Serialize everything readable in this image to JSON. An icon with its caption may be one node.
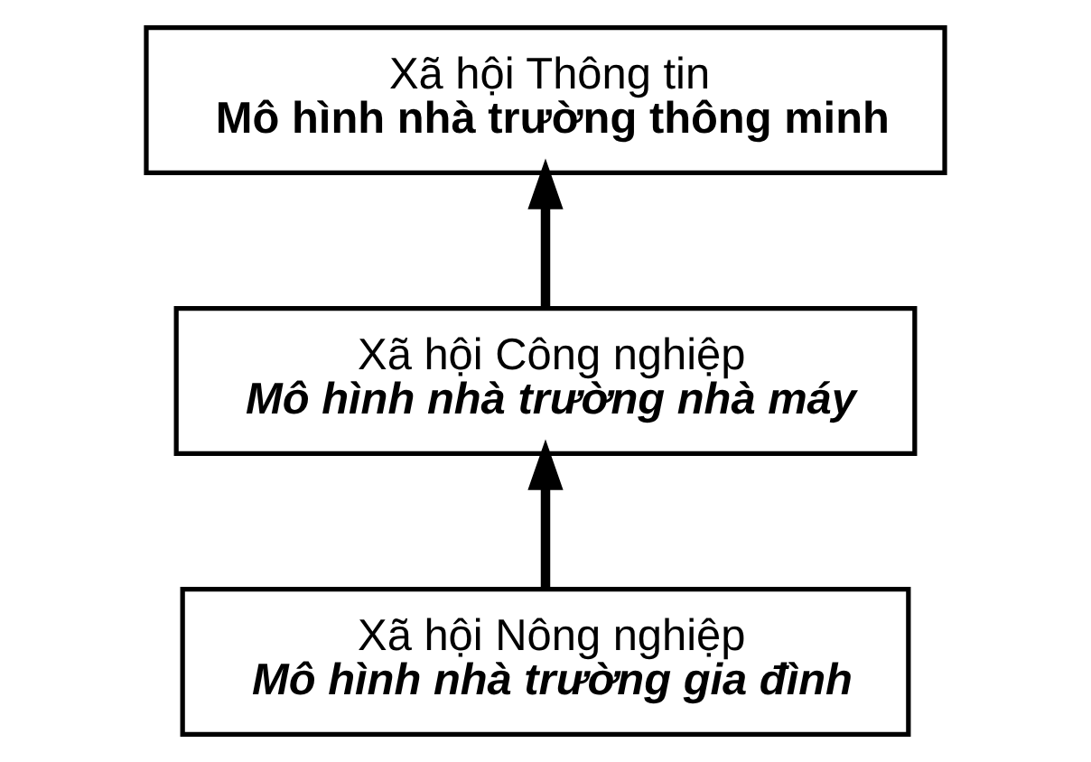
{
  "diagram": {
    "nodes": [
      {
        "text": [
          "Xã hội Thông tin",
          "Mô hình nhà trường thông minh"
        ]
      },
      {
        "text": [
          "Xã hội Công nghiệp",
          "Mô hình nhà trường nhà máy"
        ]
      },
      {
        "text": [
          "Xã hội Nông nghiệp",
          "Mô hình nhà trường gia đình"
        ]
      }
    ],
    "edges": [
      {
        "from": 2,
        "to": 1,
        "arrow": "to"
      },
      {
        "from": 1,
        "to": 0,
        "arrow": "to"
      }
    ]
  }
}
